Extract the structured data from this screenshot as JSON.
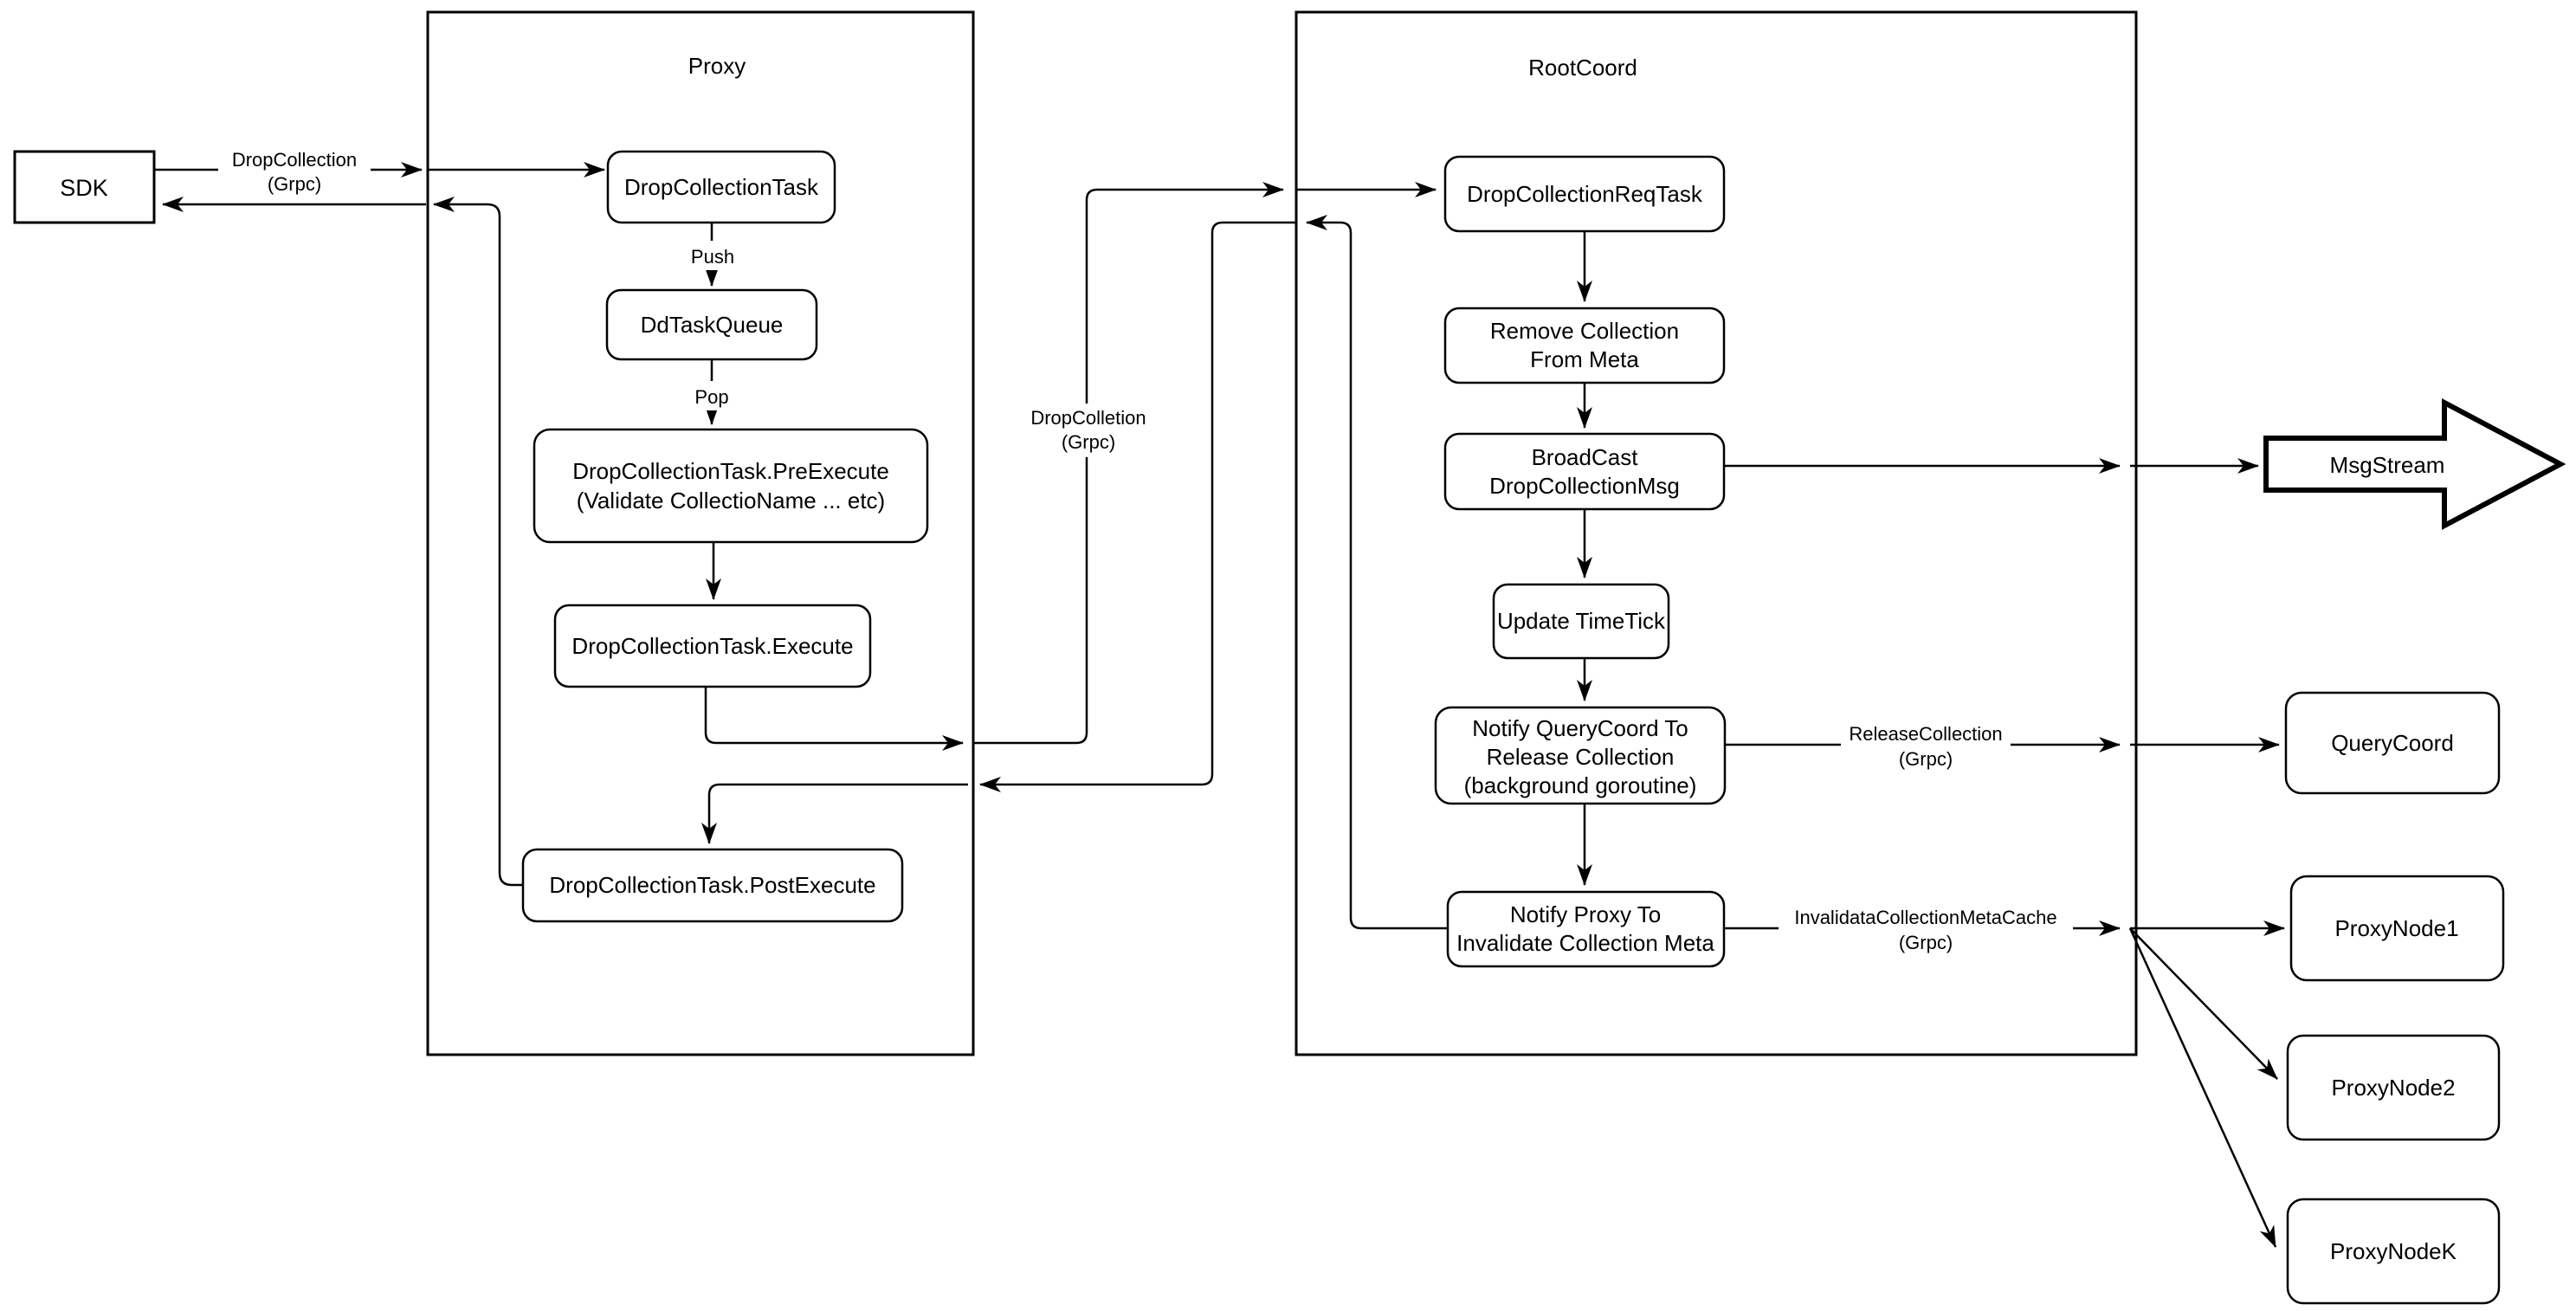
{
  "diagram": {
    "colors": {
      "stroke": "#000000",
      "fill": "#ffffff",
      "background": "#ffffff"
    },
    "containers": {
      "proxy": {
        "title": "Proxy"
      },
      "rootcoord": {
        "title": "RootCoord"
      }
    },
    "nodes": {
      "sdk": {
        "label": "SDK"
      },
      "drop_collection_task": {
        "label": "DropCollectionTask"
      },
      "dd_task_queue": {
        "label": "DdTaskQueue"
      },
      "pre_execute": {
        "line1": "DropCollectionTask.PreExecute",
        "line2": "(Validate CollectioName ... etc)"
      },
      "execute": {
        "label": "DropCollectionTask.Execute"
      },
      "post_execute": {
        "label": "DropCollectionTask.PostExecute"
      },
      "req_task": {
        "label": "DropCollectionReqTask"
      },
      "remove_meta": {
        "line1": "Remove Collection",
        "line2": "From Meta"
      },
      "broadcast": {
        "line1": "BroadCast",
        "line2": "DropCollectionMsg"
      },
      "update_timetick": {
        "label": "Update TimeTick"
      },
      "notify_querycoord": {
        "line1": "Notify QueryCoord To",
        "line2": "Release Collection",
        "line3": "(background goroutine)"
      },
      "notify_proxy": {
        "line1": "Notify Proxy To",
        "line2": "Invalidate Collection Meta"
      },
      "msgstream": {
        "label": "MsgStream"
      },
      "querycoord": {
        "label": "QueryCoord"
      },
      "proxynode1": {
        "label": "ProxyNode1"
      },
      "proxynode2": {
        "label": "ProxyNode2"
      },
      "proxynodek": {
        "label": "ProxyNodeK"
      }
    },
    "edge_labels": {
      "sdk_grpc": {
        "line1": "DropCollection",
        "line2": "(Grpc)"
      },
      "push": "Push",
      "pop": "Pop",
      "mid_grpc": {
        "line1": "DropColletion",
        "line2": "(Grpc)"
      },
      "release": {
        "line1": "ReleaseCollection",
        "line2": "(Grpc)"
      },
      "invalidate": {
        "line1": "InvalidataCollectionMetaCache",
        "line2": "(Grpc)"
      }
    }
  }
}
